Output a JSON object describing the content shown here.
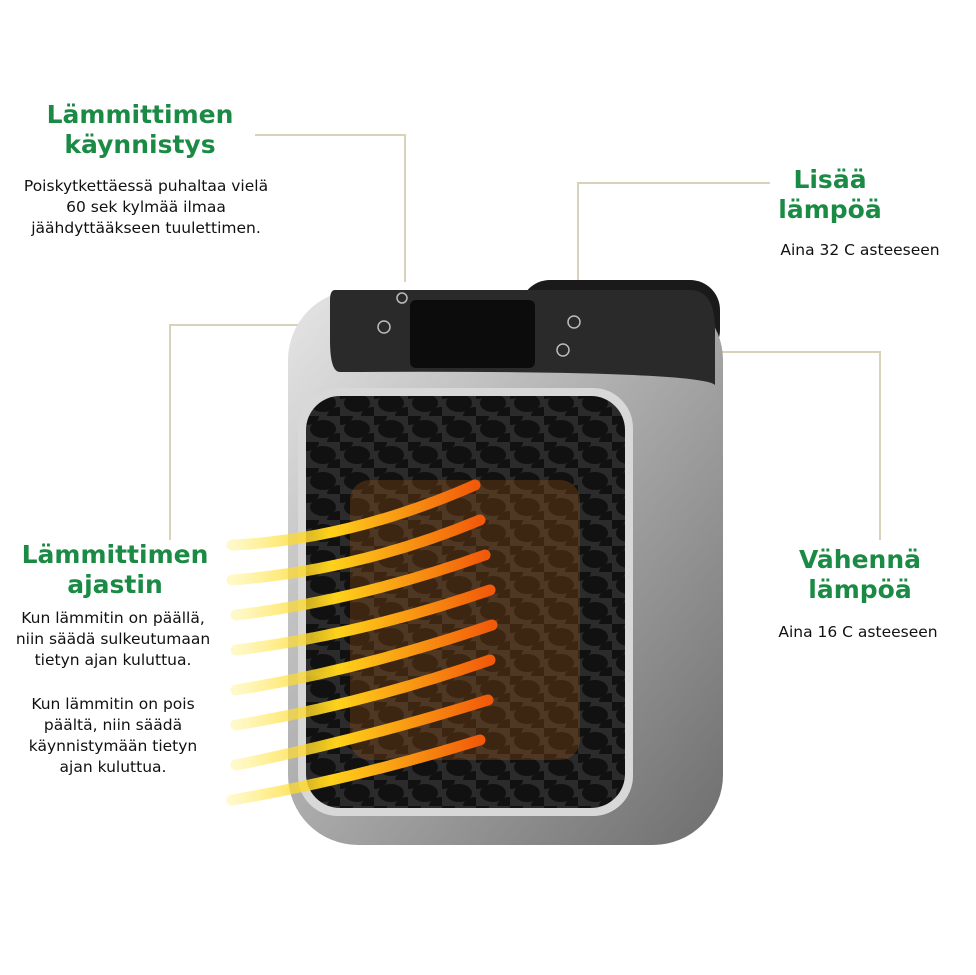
{
  "callouts": {
    "start": {
      "title_1": "Lämmittimen",
      "title_2": "käynnistys",
      "text": [
        "Poiskytkettäessä puhaltaa vielä",
        "60 sek kylmää ilmaa",
        "jäähdyttääkseen tuulettimen."
      ]
    },
    "timer": {
      "title_1": "Lämmittimen",
      "title_2": "ajastin",
      "text_1": [
        "Kun lämmitin on päällä,",
        "niin säädä sulkeutumaan",
        "tietyn ajan kuluttua."
      ],
      "text_2": [
        "Kun lämmitin on pois",
        "päältä, niin säädä",
        "käynnistymään tietyn",
        "ajan kuluttua."
      ]
    },
    "increase": {
      "title_1": "Lisää",
      "title_2": "lämpöä",
      "text": "Aina 32 C asteeseen"
    },
    "decrease": {
      "title_1": "Vähennä",
      "title_2": "lämpöä",
      "text": "Aina 16 C asteeseen"
    }
  },
  "colors": {
    "accent": "#1a8a45",
    "leader": "#d9d1b9"
  }
}
